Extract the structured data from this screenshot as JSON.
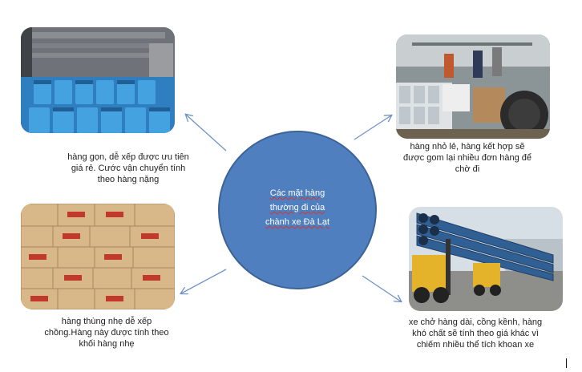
{
  "diagram": {
    "center_lines": [
      "Các mặt hàng",
      "thường đi của",
      "chành xe Đà Lạt"
    ],
    "items": [
      {
        "caption_lines": [
          "hàng gọn, dễ xếp được ưu tiên",
          "giá rẻ. Cước vận chuyển tính",
          "theo hàng nặng"
        ],
        "photo_icon": "blue-barrels-truck-photo"
      },
      {
        "caption_lines": [
          "hàng nhỏ lẻ, hàng kết  hợp sẽ",
          "được gom  lại nhiều đơn hàng để",
          "chờ đi"
        ],
        "photo_icon": "mixed-cargo-loading-photo"
      },
      {
        "caption_lines": [
          "hàng thùng nhẹ dễ  xếp",
          "chồng.Hàng này được tính theo",
          "khối hàng nhẹ"
        ],
        "photo_icon": "stacked-cartons-photo"
      },
      {
        "caption_lines": [
          "xe chở hàng dài, cồng kềnh,  hàng",
          "khó chất sẽ tính  theo giá khác vì",
          "chiếm nhiều thể tích khoan xe"
        ],
        "photo_icon": "long-pipes-forklift-photo"
      }
    ],
    "colors": {
      "center_fill": "#4f7fbf",
      "arrow": "#6f93c6",
      "center_text": "#ffffff"
    }
  }
}
